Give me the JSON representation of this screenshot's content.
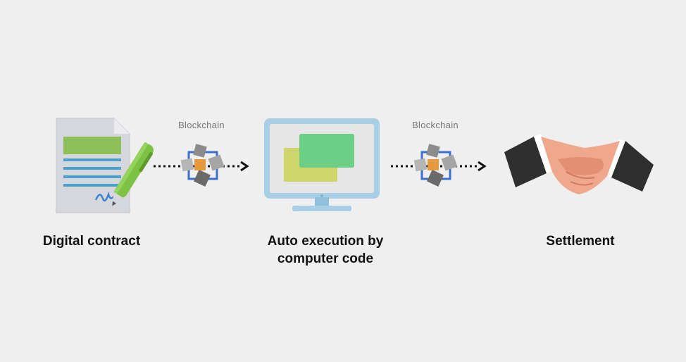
{
  "steps": [
    {
      "label": "Digital contract",
      "icon": "contract-document-icon"
    },
    {
      "label": "Auto execution by computer code",
      "icon": "monitor-icon"
    },
    {
      "label": "Settlement",
      "icon": "handshake-icon"
    }
  ],
  "connectors": [
    {
      "label": "Blockchain",
      "icon": "blockchain-icon"
    },
    {
      "label": "Blockchain",
      "icon": "blockchain-icon"
    }
  ],
  "colors": {
    "background": "#f0efef",
    "document": "#d4d4db",
    "document_green": "#8ec05a",
    "document_lines": "#4aa3cf",
    "pen": "#7cc244",
    "monitor": "#a9cfe6",
    "monitor_screen": "#e6e6e6",
    "window_green": "#6ccf86",
    "window_yellow": "#cfd56a",
    "chain_frame": "#3b6fd0",
    "chain_orange": "#e59a3e",
    "hand": "#f0a88c",
    "sleeve": "#2f2f2f"
  }
}
